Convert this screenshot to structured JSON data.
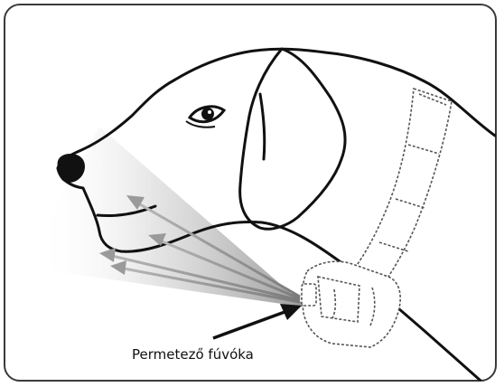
{
  "diagram": {
    "callout_label": "Permetező  fúvóka",
    "colors": {
      "frame": "#3a3a3a",
      "ink": "#111111",
      "spray": "#8a8a8a",
      "collar": "#555555"
    },
    "icons": [
      "dog-head-illustration",
      "collar-strap",
      "spray-nozzle",
      "spray-arrows",
      "callout-arrow"
    ]
  }
}
